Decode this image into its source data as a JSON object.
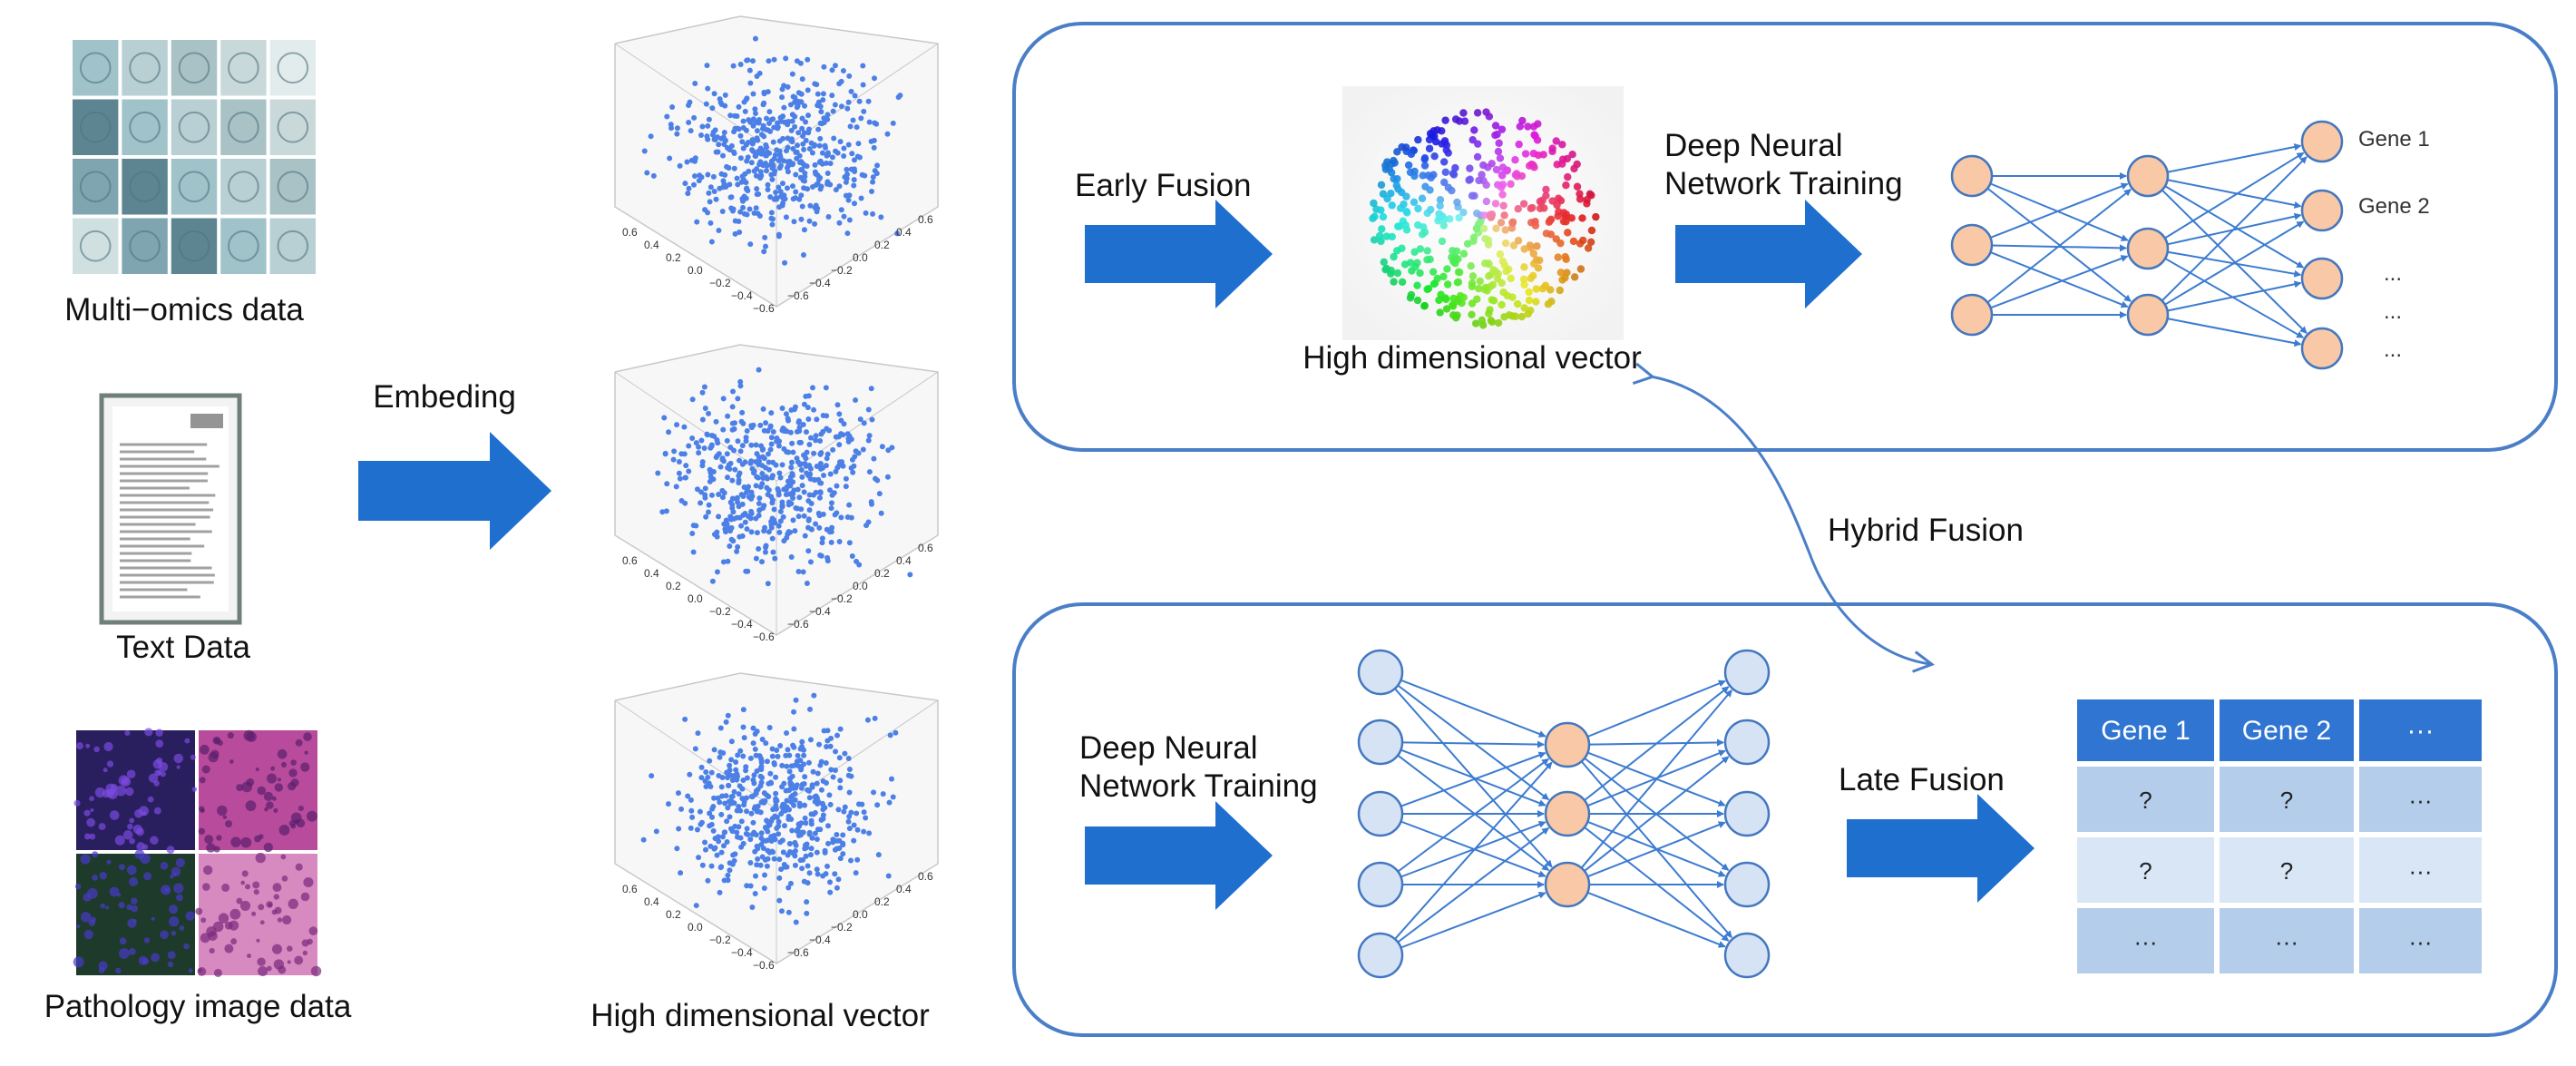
{
  "inputs": {
    "multi_omics": "Multi−omics data",
    "text": "Text Data",
    "pathology": "Pathology image data"
  },
  "embedding_arrow": "Embeding",
  "vectors_caption": "High dimensional vector",
  "early": {
    "arrow_label": "Early Fusion",
    "vector_label": "High dimensional vector",
    "training_line1": "Deep Neural",
    "training_line2": "Network Training",
    "outputs": [
      "Gene 1",
      "Gene 2",
      "...",
      "...",
      "..."
    ]
  },
  "hybrid_label": "Hybrid Fusion",
  "late": {
    "training_line1": "Deep Neural",
    "training_line2": "Network Training",
    "arrow_label": "Late Fusion",
    "table": {
      "headers": [
        "Gene 1",
        "Gene 2",
        "···"
      ],
      "rows": [
        [
          "?",
          "?",
          "···"
        ],
        [
          "?",
          "?",
          "···"
        ],
        [
          "···",
          "···",
          "···"
        ]
      ]
    }
  },
  "colors": {
    "arrow": "#1f6fcf",
    "panel_border": "#4a7fc8",
    "node_orange": "#f9c8a6",
    "node_blue": "#d5e3f5",
    "node_stroke": "#4377c0",
    "edge": "#3b7bd0",
    "scatter_dot": "#4d80e6",
    "table_header": "#3075d1",
    "table_cell_dark": "#b4cdea",
    "table_cell_light": "#d8e6f5"
  }
}
